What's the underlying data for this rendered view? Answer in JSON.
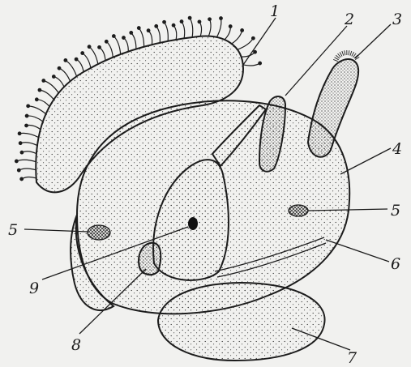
{
  "figure": {
    "labels": [
      {
        "id": "1",
        "text": "1"
      },
      {
        "id": "2",
        "text": "2"
      },
      {
        "id": "3",
        "text": "3"
      },
      {
        "id": "4",
        "text": "4"
      },
      {
        "id": "5a",
        "text": "5"
      },
      {
        "id": "5b",
        "text": "5"
      },
      {
        "id": "6",
        "text": "6"
      },
      {
        "id": "7",
        "text": "7"
      },
      {
        "id": "8",
        "text": "8"
      },
      {
        "id": "9",
        "text": "9"
      }
    ]
  }
}
